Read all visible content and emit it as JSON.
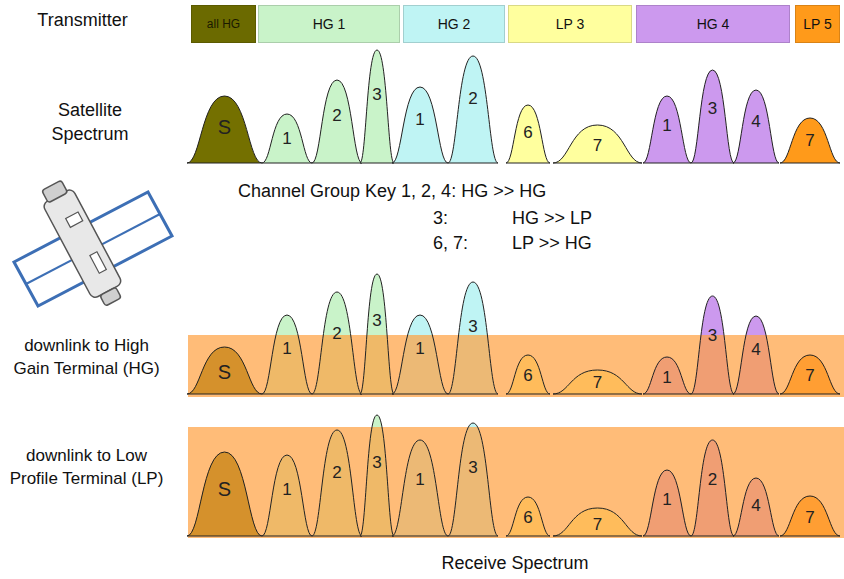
{
  "diagram": {
    "nodes": [
      {
        "text": [
          "all HG"
        ]
      },
      {
        "text": [
          "HG 1"
        ]
      },
      {
        "text": [
          "HG 2"
        ]
      },
      {
        "text": [
          "LP 3"
        ]
      },
      {
        "text": [
          "HG 4"
        ]
      },
      {
        "text": [
          "LP 5"
        ]
      },
      {
        "text": [
          "S"
        ]
      },
      {
        "text": [
          "1"
        ]
      },
      {
        "text": [
          "2"
        ]
      },
      {
        "text": [
          "3"
        ]
      },
      {
        "text": [
          "1"
        ]
      },
      {
        "text": [
          "2"
        ]
      },
      {
        "text": [
          "6"
        ]
      },
      {
        "text": [
          "7"
        ]
      },
      {
        "text": [
          "1"
        ]
      },
      {
        "text": [
          "3"
        ]
      },
      {
        "text": [
          "4"
        ]
      },
      {
        "text": [
          "7"
        ]
      },
      {
        "text": [
          "S"
        ]
      },
      {
        "text": [
          "1"
        ]
      },
      {
        "text": [
          "2"
        ]
      },
      {
        "text": [
          "3"
        ]
      },
      {
        "text": [
          "1"
        ]
      },
      {
        "text": [
          "3"
        ]
      },
      {
        "text": [
          "6"
        ]
      },
      {
        "text": [
          "7"
        ]
      },
      {
        "text": [
          "1"
        ]
      },
      {
        "text": [
          "3"
        ]
      },
      {
        "text": [
          "4"
        ]
      },
      {
        "text": [
          "7"
        ]
      },
      {
        "text": [
          "S"
        ]
      },
      {
        "text": [
          "1"
        ]
      },
      {
        "text": [
          "2"
        ]
      },
      {
        "text": [
          "3"
        ]
      },
      {
        "text": [
          "1"
        ]
      },
      {
        "text": [
          "3"
        ]
      },
      {
        "text": [
          "6"
        ]
      },
      {
        "text": [
          "7"
        ]
      },
      {
        "text": [
          "1"
        ]
      },
      {
        "text": [
          "2"
        ]
      },
      {
        "text": [
          "4"
        ]
      },
      {
        "text": [
          "7"
        ]
      }
    ],
    "labels": [
      "Transmitter",
      "Satellite Spectrum",
      "Channel Group Key 1, 2, 4: HG >> HG",
      "3:",
      "HG >> LP",
      "6, 7:",
      "LP >> HG",
      "downlink to High Gain Terminal (HG)",
      "downlink to Low Profile Terminal (LP)",
      "Receive Spectrum"
    ]
  }
}
